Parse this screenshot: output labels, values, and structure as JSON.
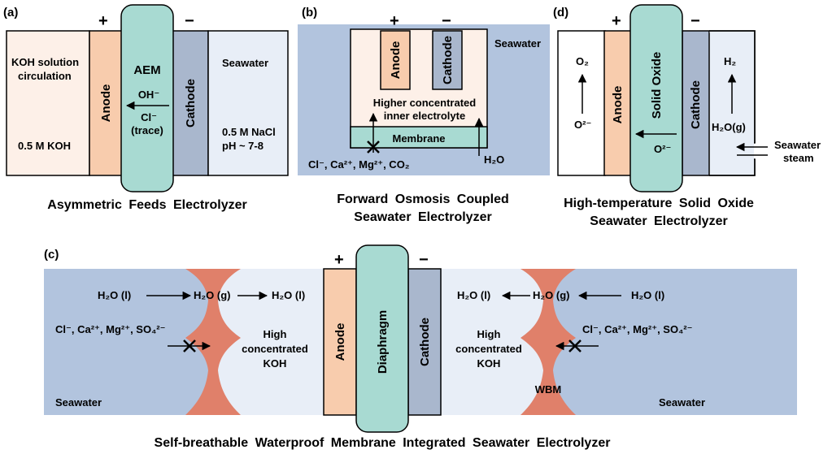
{
  "colors": {
    "anode": "#f8ccad",
    "cathode": "#a9b7cd",
    "membrane": "#a8dad2",
    "seawater": "#b2c4de",
    "electrolyte": "#fdf0e8",
    "light_blue": "#e8eef7",
    "wbm": "#e0806a"
  },
  "panel_a": {
    "tag": "(a)",
    "plus": "+",
    "minus": "−",
    "left_text": [
      "KOH solution",
      "circulation"
    ],
    "left_conc": "0.5 M KOH",
    "anode": "Anode",
    "aem": "AEM",
    "ion1": "OH⁻",
    "ion2": "Cl⁻",
    "ion2_note": "(trace)",
    "cathode": "Cathode",
    "right_text": "Seawater",
    "right_conc": "0.5 M NaCl",
    "right_ph": "pH ~ 7-8",
    "caption": "Asymmetric Feeds Electrolyzer"
  },
  "panel_b": {
    "tag": "(b)",
    "plus": "+",
    "minus": "−",
    "seawater": "Seawater",
    "anode": "Anode",
    "cathode": "Cathode",
    "inner1": "Higher concentrated",
    "inner2": "inner electrolyte",
    "membrane": "Membrane",
    "ions": "Cl⁻, Ca²⁺, Mg²⁺, CO₂",
    "water": "H₂O",
    "caption1": "Forward Osmosis Coupled",
    "caption2": "Seawater Electrolyzer"
  },
  "panel_d": {
    "tag": "(d)",
    "plus": "+",
    "minus": "−",
    "o2": "O₂",
    "o2ion": "O²⁻",
    "anode": "Anode",
    "oxide": "Solid Oxide",
    "o2ion2": "O²⁻",
    "cathode": "Cathode",
    "h2": "H₂",
    "h2o": "H₂O(g)",
    "steam1": "Seawater",
    "steam2": "steam",
    "caption1": "High-temperature Solid Oxide",
    "caption2": "Seawater Electrolyzer"
  },
  "panel_c": {
    "tag": "(c)",
    "plus": "+",
    "minus": "−",
    "left_h2o_l_in": "H₂O (l)",
    "left_h2o_g": "H₂O (g)",
    "left_h2o_l_out": "H₂O (l)",
    "left_ions": "Cl⁻, Ca²⁺, Mg²⁺, SO₄²⁻",
    "left_koh": [
      "High",
      "concentrated",
      "KOH"
    ],
    "left_seawater": "Seawater",
    "anode": "Anode",
    "diaphragm": "Diaphragm",
    "cathode": "Cathode",
    "right_h2o_l_out": "H₂O (l)",
    "right_h2o_g": "H₂O (g)",
    "right_h2o_l_in": "H₂O (l)",
    "right_ions": "Cl⁻, Ca²⁺, Mg²⁺, SO₄²⁻",
    "right_koh": [
      "High",
      "concentrated",
      "KOH"
    ],
    "wbm": "WBM",
    "right_seawater": "Seawater",
    "caption": "Self-breathable Waterproof Membrane Integrated Seawater Electrolyzer"
  }
}
